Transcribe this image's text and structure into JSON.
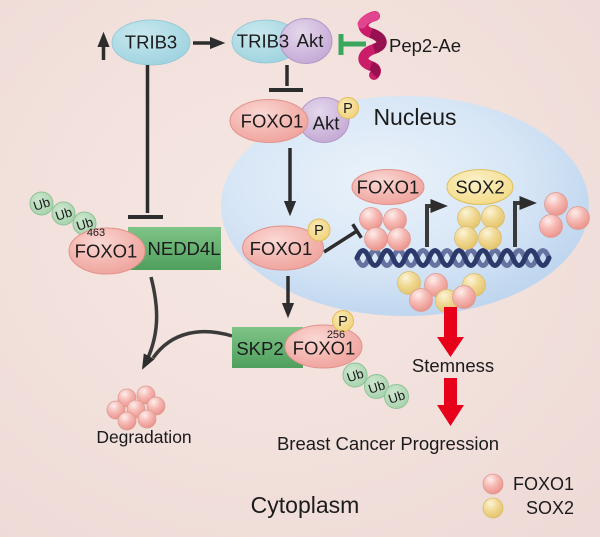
{
  "pathway": {
    "trib3": "TRIB3",
    "akt": "Akt",
    "pep2ae": "Pep2-Ae",
    "foxo1": "FOXO1",
    "phospho": "P",
    "nucleus": "Nucleus",
    "sox2": "SOX2",
    "nedd4l": "NEDD4L",
    "skp2": "SKP2",
    "ubiquitin": "Ub",
    "site_463": "463",
    "site_256": "256",
    "degradation": "Degradation",
    "stemness": "Stemness",
    "breast_cancer_progression": "Breast Cancer Progression",
    "cytoplasm": "Cytoplasm"
  },
  "legend": {
    "foxo1": "FOXO1",
    "sox2": "SOX2"
  },
  "colors": {
    "background": "#f2dfdb",
    "nucleus": "#c3d9f0",
    "trib3_node": "#a8d8e3",
    "akt_node": "#c7b2d7",
    "foxo1_node": "#f3b3ad",
    "phospho_badge": "#f3d67f",
    "enzyme_box_green": "#5eb46c",
    "ubiquitin_green": "#aed7b2",
    "sox2_node": "#f4dd8b",
    "dna_blue": "#2c3a6b",
    "red_arrow": "#e8001a",
    "pep2ae_ribbon": "#cf1e6e",
    "inhibition_green": "#3aa85c",
    "arrow_black": "#2d2d2d",
    "dot_pink": "#f3aca6",
    "dot_yellow": "#efd795"
  }
}
